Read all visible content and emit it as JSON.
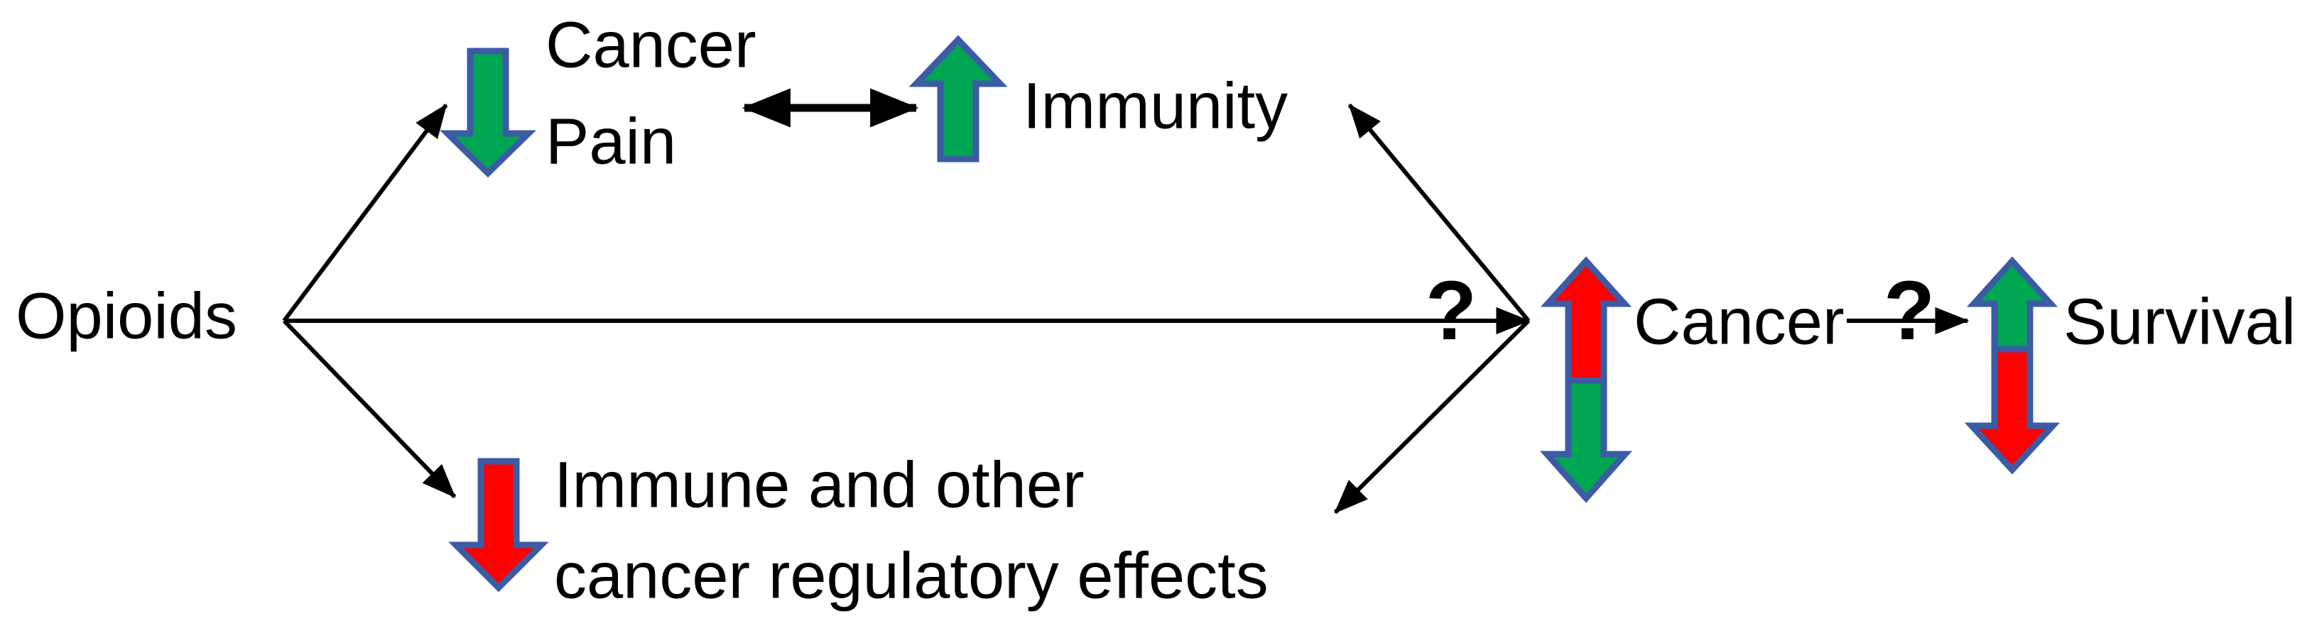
{
  "diagram": {
    "title": "Opioids and cancer conceptual pathway diagram",
    "background_color": "#FFFFFF",
    "palette": {
      "green": "#00A651",
      "red": "#FF0000",
      "outline_blue": "#3B5BA5",
      "black": "#000000"
    },
    "nodes": {
      "opioids": {
        "label": "Opioids"
      },
      "cancer_pain": {
        "label_line1": "Cancer",
        "label_line2": "Pain"
      },
      "immunity": {
        "label": "Immunity"
      },
      "immune_effects": {
        "label_line1": "Immune and other",
        "label_line2": "cancer regulatory effects"
      },
      "cancer": {
        "label": "Cancer"
      },
      "survival": {
        "label": "Survival"
      }
    },
    "markers": {
      "question_center": "?",
      "question_right": "?"
    },
    "glyphs": {
      "cancer_pain_arrow": {
        "name": "down-arrow-green",
        "direction": "down",
        "color": "#00A651"
      },
      "immunity_arrow": {
        "name": "up-arrow-green",
        "direction": "up",
        "color": "#00A651"
      },
      "immune_effects_arrow": {
        "name": "down-arrow-red",
        "direction": "down",
        "color": "#FF0000"
      },
      "cancer_arrow": {
        "name": "up-down-arrow-red-green",
        "direction": "up-down",
        "up_color": "#FF0000",
        "down_color": "#00A651"
      },
      "survival_arrow": {
        "name": "up-down-arrow-green-red",
        "direction": "up-down",
        "up_color": "#00A651",
        "down_color": "#FF0000"
      }
    },
    "edges": [
      {
        "name": "opioids-to-cancer-pain",
        "from": "Opioids",
        "to": "Cancer Pain",
        "style": "single-arrow"
      },
      {
        "name": "opioids-to-cancer",
        "from": "Opioids",
        "to": "Cancer",
        "style": "single-arrow"
      },
      {
        "name": "opioids-to-immune-effects",
        "from": "Opioids",
        "to": "Immune and other cancer regulatory effects",
        "style": "single-arrow"
      },
      {
        "name": "cancer-pain-to-immunity",
        "from": "Cancer Pain",
        "to": "Immunity",
        "style": "double-arrow"
      },
      {
        "name": "immunity-to-cancer",
        "from": "Immunity",
        "to": "Cancer",
        "style": "single-arrow"
      },
      {
        "name": "immune-effects-to-cancer",
        "from": "Immune and other cancer regulatory effects",
        "to": "Cancer",
        "style": "single-arrow"
      },
      {
        "name": "cancer-to-survival",
        "from": "Cancer",
        "to": "Survival",
        "style": "single-arrow"
      }
    ]
  }
}
